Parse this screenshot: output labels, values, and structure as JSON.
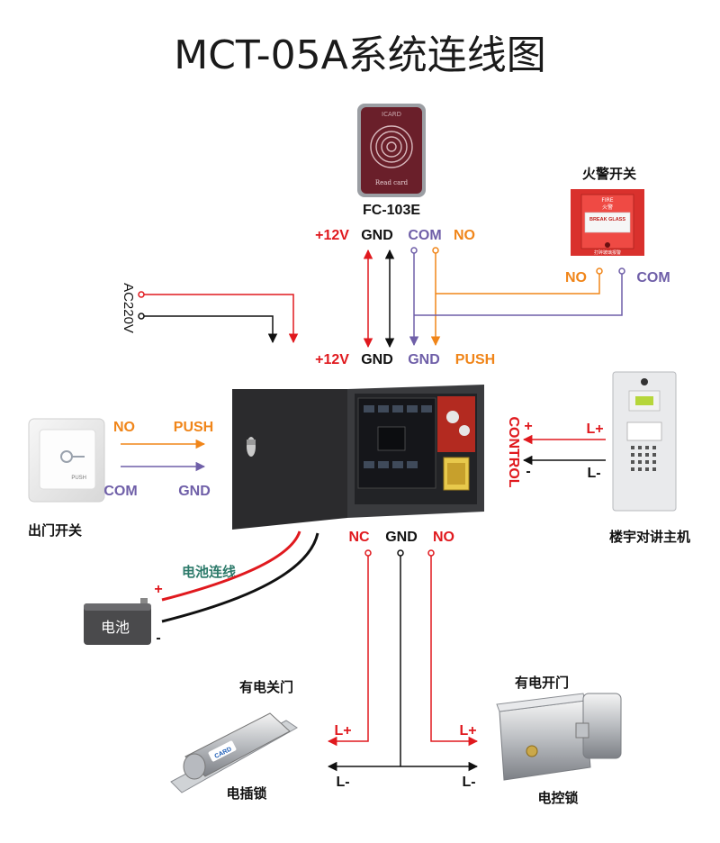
{
  "title": "MCT-05A系统连线图",
  "colors": {
    "red": "#e0191e",
    "black": "#111111",
    "orange": "#f08519",
    "purple": "#6f5fa8",
    "green": "#2c7a6a"
  },
  "card_reader": {
    "model": "FC-103E",
    "brand_text": "ICARD",
    "read_text": "Read card",
    "terminals": [
      "+12V",
      "GND",
      "COM",
      "NO"
    ]
  },
  "fire_switch": {
    "label": "火警开关",
    "panel_top": "FIRE",
    "panel_top_cn": "火警",
    "panel_mid": "BREAK GLASS",
    "panel_bottom": "打碎玻璃报警",
    "terminals": [
      "NO",
      "COM"
    ]
  },
  "power": {
    "label": "AC220V"
  },
  "controller_terminals": [
    "+12V",
    "GND",
    "GND",
    "PUSH"
  ],
  "exit_button": {
    "label": "出门开关",
    "button_text": "PUSH",
    "left_top": "NO",
    "left_bottom": "COM",
    "right_top": "PUSH",
    "right_bottom": "GND"
  },
  "intercom": {
    "label": "楼宇对讲主机",
    "control_label": "CONTROL",
    "plus": "+",
    "minus": "-",
    "l_plus": "L+",
    "l_minus": "L-"
  },
  "battery": {
    "label": "电池",
    "line_label": "电池连线",
    "plus": "+",
    "minus": "-"
  },
  "lock_output": [
    "NC",
    "GND",
    "NO"
  ],
  "bolt_lock": {
    "title": "有电关门",
    "label": "电插锁",
    "brand": "CARD",
    "l_plus": "L+",
    "l_minus": "L-"
  },
  "rim_lock": {
    "title": "有电开门",
    "label": "电控锁",
    "l_plus": "L+",
    "l_minus": "L-"
  }
}
